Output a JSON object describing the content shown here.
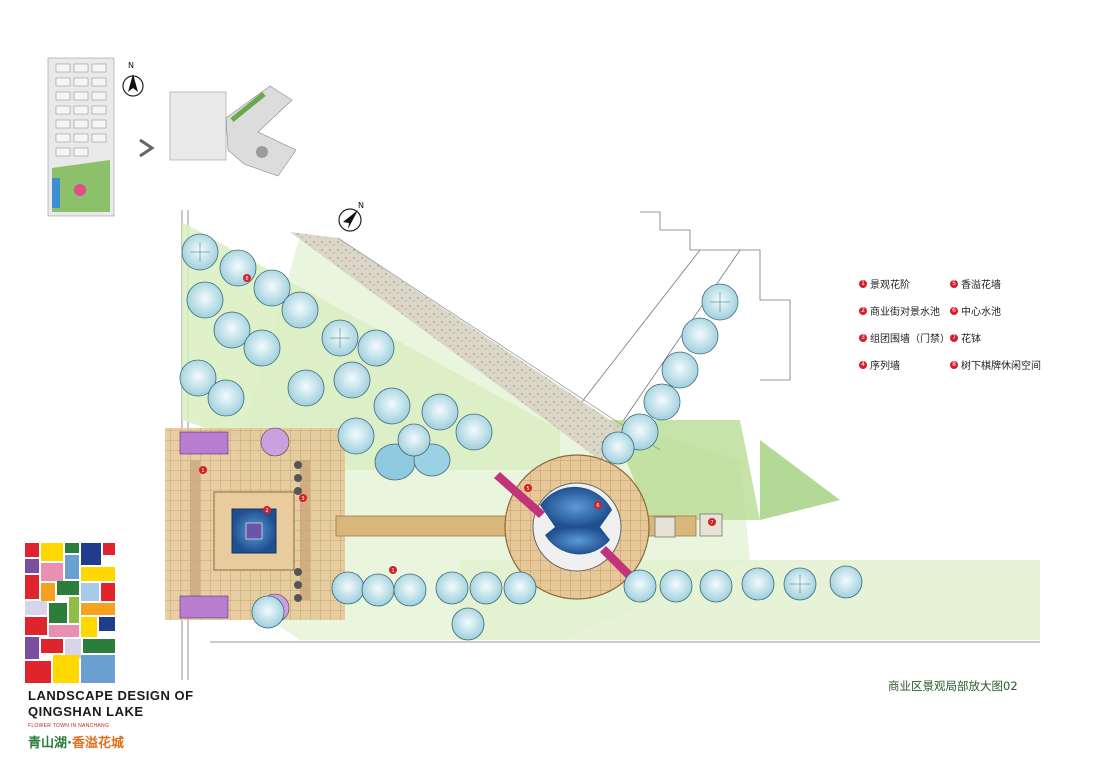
{
  "legend": [
    {
      "num": "1",
      "label": "景观花阶"
    },
    {
      "num": "2",
      "label": "商业街对景水池"
    },
    {
      "num": "3",
      "label": "组团围墙（门禁）"
    },
    {
      "num": "4",
      "label": "序列墙"
    },
    {
      "num": "5",
      "label": "香溢花墙"
    },
    {
      "num": "6",
      "label": "中心水池"
    },
    {
      "num": "7",
      "label": "花钵"
    },
    {
      "num": "8",
      "label": "树下棋牌休闲空间"
    }
  ],
  "plan_markers": [
    "8",
    "1",
    "2",
    "3",
    "5",
    "6",
    "7",
    "1"
  ],
  "north_label": "N",
  "brand": {
    "title_line1": "LANDSCAPE DESIGN OF",
    "title_line2": "QINGSHAN LAKE",
    "subtitle": "FLOWER TOWN IN NANCHANG",
    "cn_part1": "青山湖·",
    "cn_part2": "香溢花城"
  },
  "caption": "商业区景观局部放大图02",
  "colors": {
    "lawn": "#cfe8b0",
    "tree_canopy": "#a9d9e6",
    "water": "#2e6fb3",
    "paving": "#d9b88a",
    "marker": "#d4202a",
    "brand_green": "#2a7d3a",
    "brand_orange": "#e0701e"
  }
}
